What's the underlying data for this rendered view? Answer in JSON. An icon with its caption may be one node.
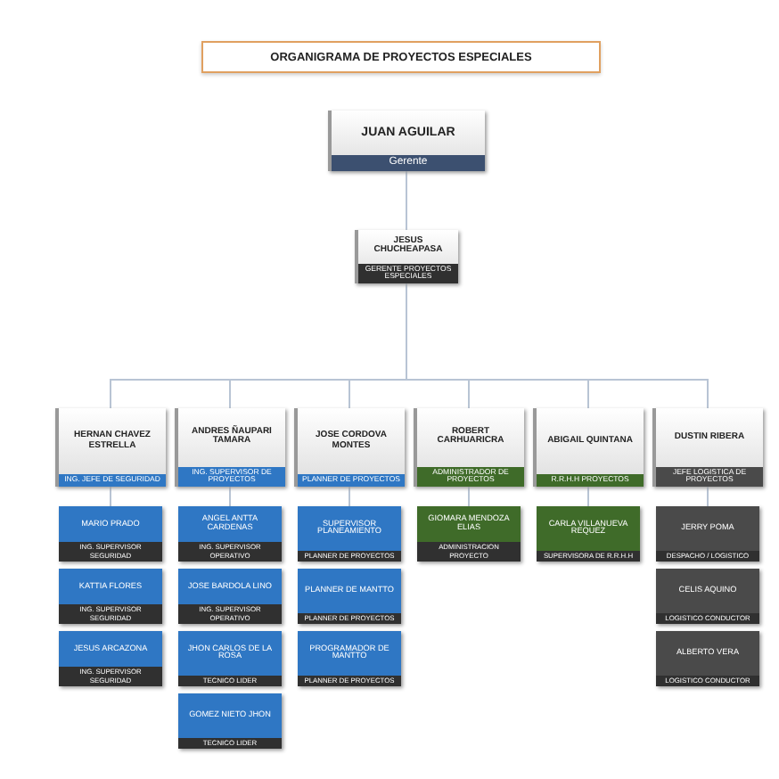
{
  "diagram": {
    "title": "ORGANIGRAMA DE PROYECTOS ESPECIALES",
    "nodes": [
      {
        "text": [
          "JUAN AGUILAR",
          "Gerente"
        ]
      },
      {
        "text": [
          "JESUS CHUCHEAPASA",
          "GERENTE PROYECTOS ESPECIALES"
        ]
      },
      {
        "text": [
          "HERNAN CHAVEZ ESTRELLA",
          "ING. JEFE DE SEGURIDAD"
        ]
      },
      {
        "text": [
          "ANDRES ÑAUPARI TAMARA",
          "ING. SUPERVISOR DE PROYECTOS"
        ]
      },
      {
        "text": [
          "JOSE CORDOVA MONTES",
          "PLANNER DE PROYECTOS"
        ]
      },
      {
        "text": [
          "ROBERT CARHUARICRA",
          "ADMINISTRADOR DE PROYECTOS"
        ]
      },
      {
        "text": [
          "ABIGAIL QUINTANA",
          "R.R.H.H PROYECTOS"
        ]
      },
      {
        "text": [
          "DUSTIN RIBERA",
          "JEFE LOGISTICA DE PROYECTOS"
        ]
      },
      {
        "text": [
          "MARIO PRADO",
          "ING. SUPERVISOR SEGURIDAD"
        ]
      },
      {
        "text": [
          "KATTIA FLORES",
          "ING. SUPERVISOR SEGURIDAD"
        ]
      },
      {
        "text": [
          "JESUS ARCAZONA",
          "ING. SUPERVISOR SEGURIDAD"
        ]
      },
      {
        "text": [
          "ANGEL ANTTA CARDENAS",
          "ING. SUPERVISOR OPERATIVO"
        ]
      },
      {
        "text": [
          "JOSE BARDOLA LINO",
          "ING. SUPERVISOR OPERATIVO"
        ]
      },
      {
        "text": [
          "JHON CARLOS DE LA ROSA",
          "TECNICO LIDER"
        ]
      },
      {
        "text": [
          "GOMEZ NIETO JHON",
          "TECNICO LIDER"
        ]
      },
      {
        "text": [
          "SUPERVISOR PLANEAMIENTO",
          "PLANNER DE PROYECTOS"
        ]
      },
      {
        "text": [
          "PLANNER DE MANTTO",
          "PLANNER DE PROYECTOS"
        ]
      },
      {
        "text": [
          "PROGRAMADOR DE MANTTO",
          "PLANNER DE PROYECTOS"
        ]
      },
      {
        "text": [
          "GIOMARA MENDOZA ELIAS",
          "ADMINISTRACION PROYECTO"
        ]
      },
      {
        "text": [
          "CARLA VILLANUEVA REQUEZ",
          "SUPERVISORA DE R.R.H.H"
        ]
      },
      {
        "text": [
          "JERRY POMA",
          "DESPACHO / LOGISTICO"
        ]
      },
      {
        "text": [
          "CELIS AQUINO",
          "LOGISTICO CONDUCTOR"
        ]
      },
      {
        "text": [
          "ALBERTO VERA",
          "LOGISTICO CONDUCTOR"
        ]
      }
    ],
    "edges": [
      {
        "from": 0,
        "to": 1,
        "arrow": "none"
      },
      {
        "from": 1,
        "to": 2,
        "arrow": "none"
      },
      {
        "from": 1,
        "to": 3,
        "arrow": "none"
      },
      {
        "from": 1,
        "to": 4,
        "arrow": "none"
      },
      {
        "from": 1,
        "to": 5,
        "arrow": "none"
      },
      {
        "from": 1,
        "to": 6,
        "arrow": "none"
      },
      {
        "from": 1,
        "to": 7,
        "arrow": "none"
      },
      {
        "from": 2,
        "to": 8,
        "arrow": "none"
      },
      {
        "from": 3,
        "to": 11,
        "arrow": "none"
      },
      {
        "from": 4,
        "to": 15,
        "arrow": "none"
      },
      {
        "from": 5,
        "to": 18,
        "arrow": "none"
      },
      {
        "from": 6,
        "to": 19,
        "arrow": "none"
      },
      {
        "from": 7,
        "to": 20,
        "arrow": "none"
      }
    ]
  }
}
